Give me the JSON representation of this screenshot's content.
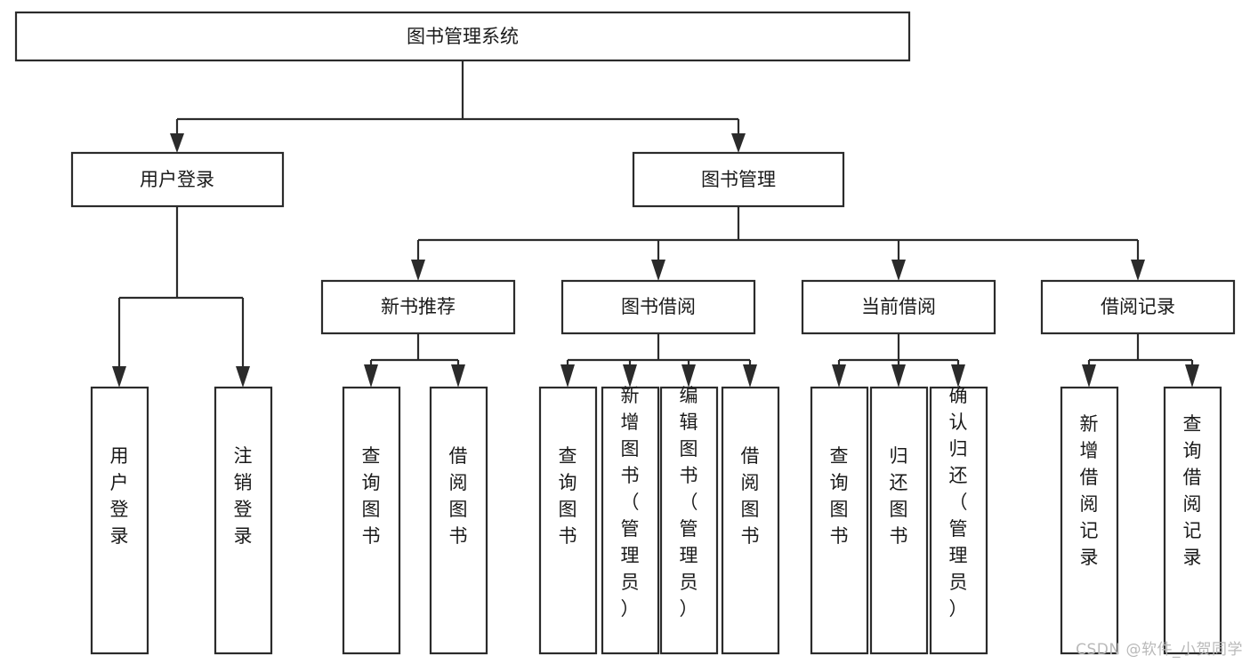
{
  "diagram": {
    "title": "图书管理系统",
    "type": "tree-hierarchy-chart",
    "orientation": "top-down",
    "colors": {
      "box_stroke": "#2b2b2b",
      "box_fill": "#ffffff",
      "text": "#1a1a1a",
      "connector": "#2b2b2b",
      "background": "#ffffff",
      "watermark": "#b9b9b9"
    }
  },
  "root": {
    "label": "图书管理系统"
  },
  "level2": [
    {
      "label": "用户登录"
    },
    {
      "label": "图书管理"
    }
  ],
  "level3": [
    {
      "label": "新书推荐"
    },
    {
      "label": "图书借阅"
    },
    {
      "label": "当前借阅"
    },
    {
      "label": "借阅记录"
    }
  ],
  "leaves": {
    "user_login": [
      {
        "label": "用户登录"
      },
      {
        "label": "注销登录"
      }
    ],
    "new_book_recommend": [
      {
        "label": "查询图书"
      },
      {
        "label": "借阅图书"
      }
    ],
    "book_borrow": [
      {
        "label": "查询图书"
      },
      {
        "label": "新增图书（管理员）"
      },
      {
        "label": "编辑图书（管理员）"
      },
      {
        "label": "借阅图书"
      }
    ],
    "current_borrow": [
      {
        "label": "查询图书"
      },
      {
        "label": "归还图书"
      },
      {
        "label": "确认归还（管理员）"
      }
    ],
    "borrow_record": [
      {
        "label": "新增借阅记录"
      },
      {
        "label": "查询借阅记录"
      }
    ]
  },
  "watermark": {
    "text": "CSDN @软件_小贺同学"
  }
}
